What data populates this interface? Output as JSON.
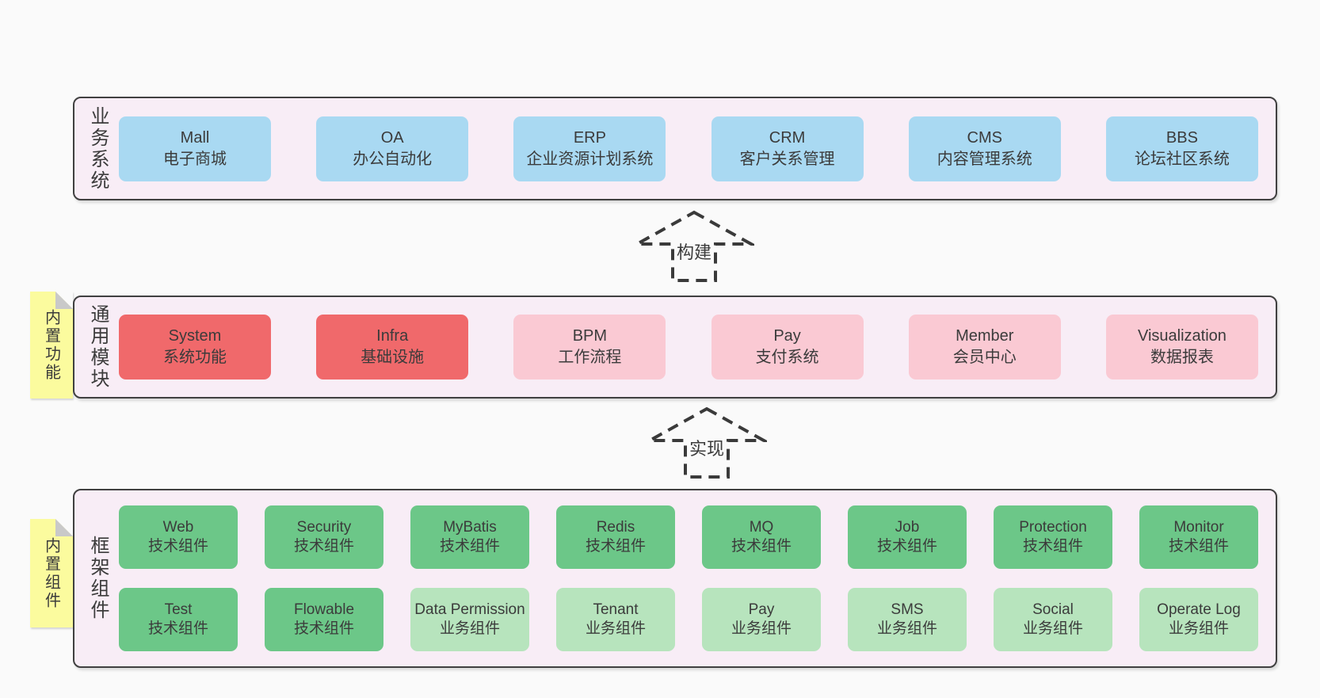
{
  "colors": {
    "page_bg": "#fafafa",
    "layer_bg": "#f8edf6",
    "layer_border": "#404040",
    "arrow_stroke": "#3a3a3a",
    "text": "#3b3b3b",
    "box_blue": "#a9d9f2",
    "box_red": "#f0696b",
    "box_pink": "#fac9d3",
    "box_green": "#6cc788",
    "box_light_green": "#b7e4bd",
    "note_bg": "#fbfb9e",
    "note_fold": "#c9c9c9"
  },
  "layers": [
    {
      "id": "business-systems",
      "label": "业务系统",
      "rows": [
        [
          {
            "name": "Mall",
            "desc": "电子商城"
          },
          {
            "name": "OA",
            "desc": "办公自动化"
          },
          {
            "name": "ERP",
            "desc": "企业资源计划系统"
          },
          {
            "name": "CRM",
            "desc": "客户关系管理"
          },
          {
            "name": "CMS",
            "desc": "内容管理系统"
          },
          {
            "name": "BBS",
            "desc": "论坛社区系统"
          }
        ]
      ]
    },
    {
      "id": "common-modules",
      "label": "通用模块",
      "note": "内置功能",
      "rows": [
        [
          {
            "name": "System",
            "desc": "系统功能"
          },
          {
            "name": "Infra",
            "desc": "基础设施"
          },
          {
            "name": "BPM",
            "desc": "工作流程"
          },
          {
            "name": "Pay",
            "desc": "支付系统"
          },
          {
            "name": "Member",
            "desc": "会员中心"
          },
          {
            "name": "Visualization",
            "desc": "数据报表"
          }
        ]
      ]
    },
    {
      "id": "framework-components",
      "label": "框架组件",
      "note": "内置组件",
      "rows": [
        [
          {
            "name": "Web",
            "desc": "技术组件"
          },
          {
            "name": "Security",
            "desc": "技术组件"
          },
          {
            "name": "MyBatis",
            "desc": "技术组件"
          },
          {
            "name": "Redis",
            "desc": "技术组件"
          },
          {
            "name": "MQ",
            "desc": "技术组件"
          },
          {
            "name": "Job",
            "desc": "技术组件"
          },
          {
            "name": "Protection",
            "desc": "技术组件"
          },
          {
            "name": "Monitor",
            "desc": "技术组件"
          }
        ],
        [
          {
            "name": "Test",
            "desc": "技术组件"
          },
          {
            "name": "Flowable",
            "desc": "技术组件"
          },
          {
            "name": "Data Permission",
            "desc": "业务组件"
          },
          {
            "name": "Tenant",
            "desc": "业务组件"
          },
          {
            "name": "Pay",
            "desc": "业务组件"
          },
          {
            "name": "SMS",
            "desc": "业务组件"
          },
          {
            "name": "Social",
            "desc": "业务组件"
          },
          {
            "name": "Operate Log",
            "desc": "业务组件"
          }
        ]
      ]
    }
  ],
  "arrows": [
    {
      "label": "构建"
    },
    {
      "label": "实现"
    }
  ]
}
